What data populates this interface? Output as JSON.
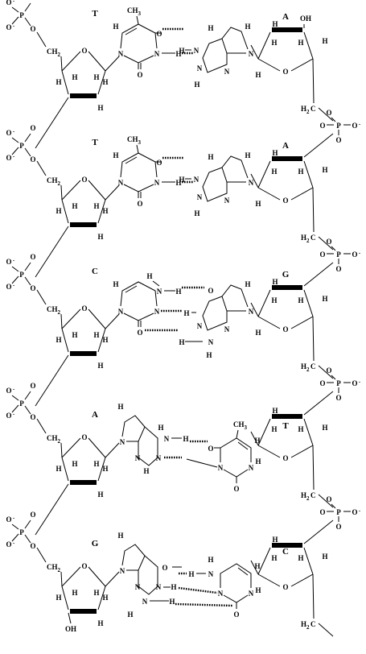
{
  "atoms": {
    "phosphorus": "P",
    "oxygen": "O",
    "oxygen_anion": "O",
    "nitrogen": "N",
    "hydrogen": "H",
    "charge": "-",
    "hydroxyl": "OH",
    "ring_ch2": "CH",
    "ring_h2c": "H",
    "sub2": "2",
    "methyl_ch": "CH",
    "sub3": "3",
    "nh": "H",
    "hn": "H"
  },
  "strand_left": [
    "T",
    "T",
    "C",
    "A",
    "G"
  ],
  "strand_right": [
    "A",
    "A",
    "G",
    "T",
    "C"
  ]
}
